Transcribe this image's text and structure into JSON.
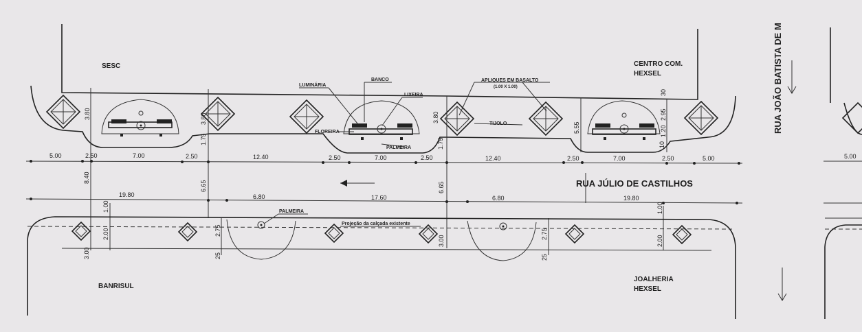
{
  "labels": {
    "sesc": "SESC",
    "centro_1": "CENTRO COM.",
    "centro_2": "HEXSEL",
    "banrisul": "BANRISUL",
    "joalheria_1": "JOALHERIA",
    "joalheria_2": "HEXSEL",
    "street_main": "RUA JÚLIO DE CASTILHOS",
    "street_side": "RUA JOÃO BATISTA DE M",
    "luminaria": "LUMINÁRIA",
    "banco": "BANCO",
    "lixeira": "LIXEIRA",
    "floreira": "FLOREIRA",
    "palmeira_top": "PALMEIRA",
    "apliques_1": "APLIQUES EM BASALTO",
    "apliques_2": "(1.00 X 1.00)",
    "tijolo": "TIJOLO",
    "palmeira_bottom": "PALMEIRA",
    "projecao": "Projeção da calçada existente"
  },
  "dimensions": {
    "row1": [
      "5.00",
      "2.50",
      "7.00",
      "2.50",
      "12.40",
      "2.50",
      "7.00",
      "2.50",
      "12.40",
      "2.50",
      "7.00",
      "2.50",
      "5.00",
      "5.00"
    ],
    "row2": [
      "19.80",
      "6.80",
      "17.60",
      "6.80",
      "19.80"
    ],
    "vertical": [
      "3.80",
      "3.80",
      "1.75",
      "3.80",
      "1.75",
      "5.55",
      "30",
      "2.95",
      "1.20",
      "10",
      "8.40",
      "6.65",
      "6.65",
      "1.00",
      "2.00",
      "3.00",
      "2.75",
      "25",
      "3.00",
      "2.75",
      "25",
      "1.00",
      "2.00"
    ]
  }
}
